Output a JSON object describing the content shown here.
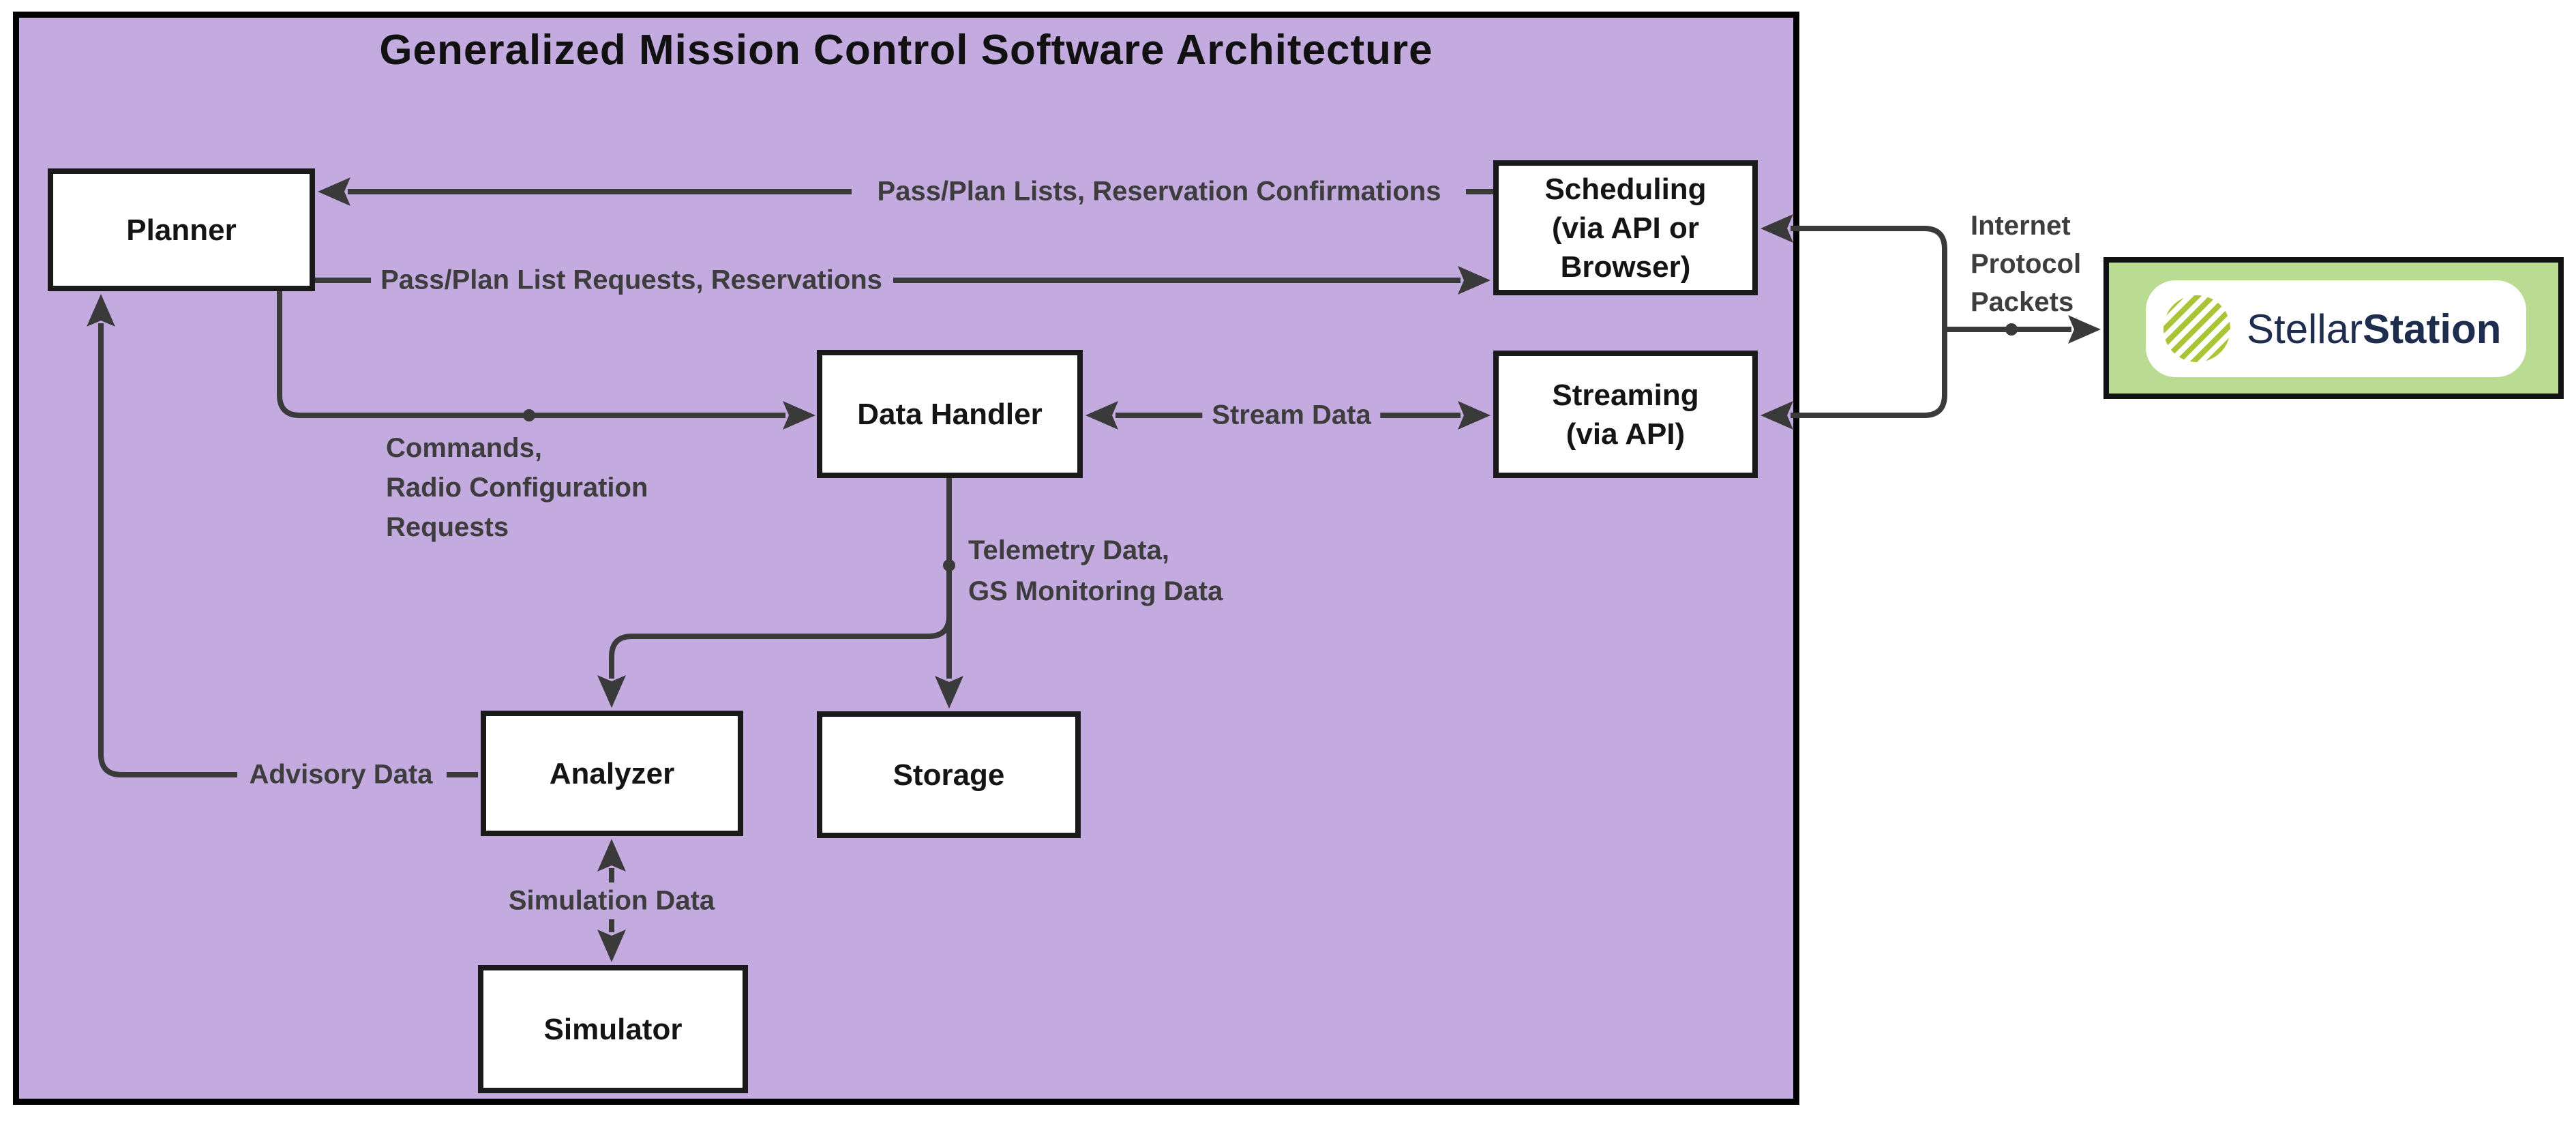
{
  "title": "Generalized Mission Control Software Architecture",
  "colors": {
    "page_bg": "#ffffff",
    "container_fill": "#c3abe0",
    "container_border": "#000000",
    "node_fill": "#ffffff",
    "node_border": "#1a1a1a",
    "node_text": "#141414",
    "edge_color": "#3a3a3a",
    "edge_text": "#3d3d3d",
    "external_fill": "#b9dc92",
    "external_border": "#111111",
    "brand_navy": "#1e2c4e",
    "brand_lime": "#a9c434"
  },
  "nodes": {
    "planner": {
      "label": "Planner"
    },
    "scheduling": {
      "line1": "Scheduling",
      "line2": "(via API or",
      "line3": "Browser)"
    },
    "data_handler": {
      "label": "Data Handler"
    },
    "streaming": {
      "line1": "Streaming",
      "line2": "(via API)"
    },
    "analyzer": {
      "label": "Analyzer"
    },
    "storage": {
      "label": "Storage"
    },
    "simulator": {
      "label": "Simulator"
    }
  },
  "edges": {
    "pass_plan_lists": {
      "label": "Pass/Plan Lists, Reservation Confirmations"
    },
    "pass_plan_requests": {
      "label": "Pass/Plan List Requests, Reservations"
    },
    "commands": {
      "line1": "Commands,",
      "line2": "Radio Configuration",
      "line3": "Requests"
    },
    "stream_data": {
      "label": "Stream Data"
    },
    "telemetry": {
      "line1": "Telemetry Data,",
      "line2": "GS Monitoring Data"
    },
    "advisory": {
      "label": "Advisory Data"
    },
    "simulation": {
      "label": "Simulation Data"
    },
    "ip_packets": {
      "line1": "Internet",
      "line2": "Protocol",
      "line3": "Packets"
    }
  },
  "external": {
    "stellarstation": {
      "brand_regular": "Stellar",
      "brand_bold": "Station"
    }
  }
}
